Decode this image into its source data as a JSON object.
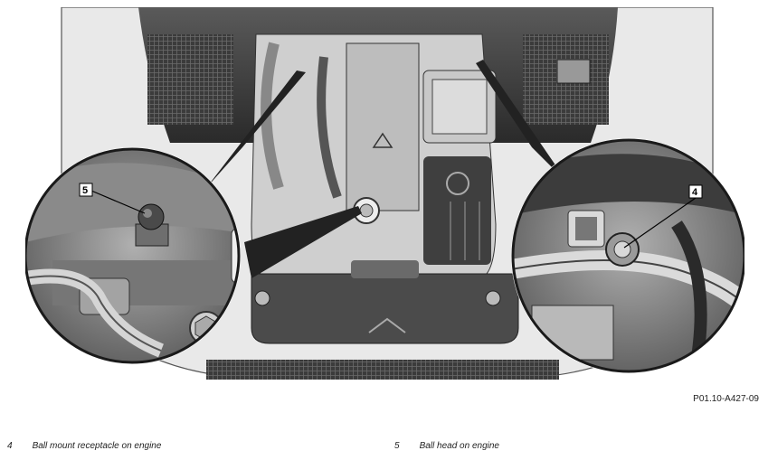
{
  "figure": {
    "code": "P01.10-A427-09",
    "callouts": [
      {
        "number": "5"
      },
      {
        "number": "4"
      }
    ]
  },
  "legend": [
    {
      "number": "4",
      "text": "Ball mount receptacle on engine"
    },
    {
      "number": "5",
      "text": "Ball head on engine"
    }
  ]
}
